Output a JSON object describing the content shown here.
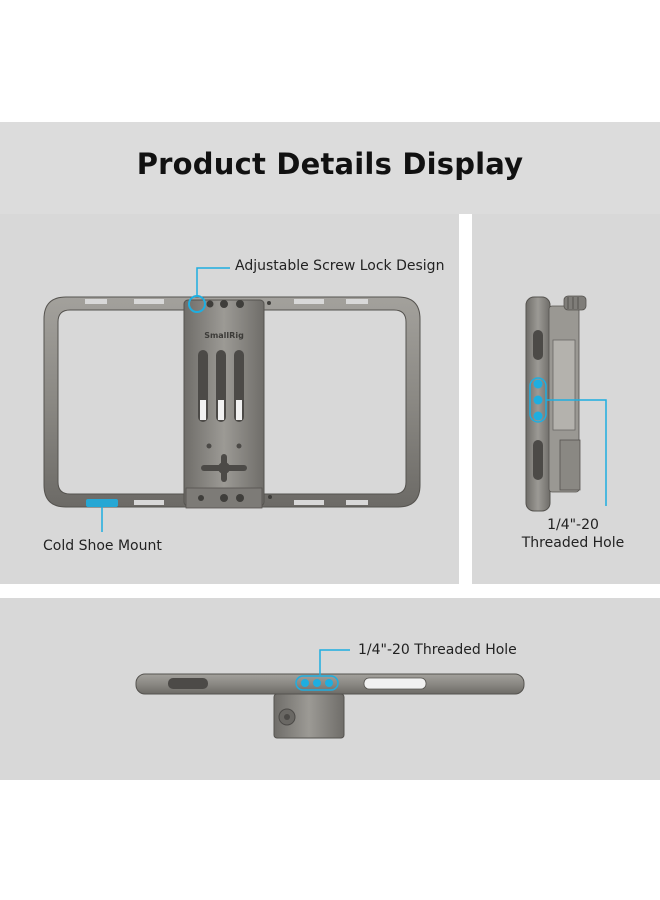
{
  "title": "Product Details Display",
  "labels": {
    "screw_lock": "Adjustable Screw Lock Design",
    "cold_shoe": "Cold Shoe Mount",
    "side_hole_line1": "1/4\"-20",
    "side_hole_line2": "Threaded Hole",
    "bottom_hole": "1/4\"-20 Threaded Hole"
  },
  "brand_mark": "SmallRig",
  "colors": {
    "background": "#ffffff",
    "panel": "#d8d8d8",
    "metal": "#8c8a85",
    "metal_dark": "#5f5d59",
    "accent": "#1eaee0"
  }
}
